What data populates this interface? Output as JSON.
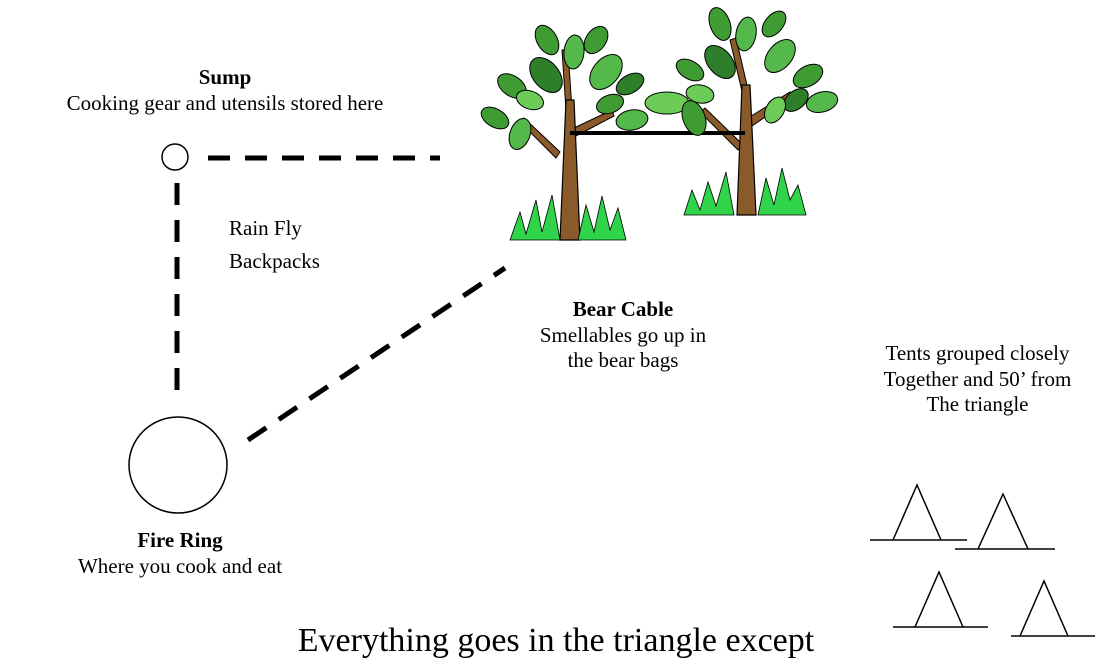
{
  "sump": {
    "title": "Sump",
    "desc": "Cooking gear and utensils stored here"
  },
  "triangle_labels": [
    "Rain Fly",
    "Backpacks"
  ],
  "bear_cable": {
    "title": "Bear Cable",
    "lines": [
      "Smellables go up in",
      "the bear bags"
    ]
  },
  "tents": {
    "lines": [
      "Tents grouped closely",
      "Together and 50’ from",
      "The triangle"
    ],
    "count": 4
  },
  "fire_ring": {
    "title": "Fire Ring",
    "desc": "Where you cook and eat"
  },
  "footer": {
    "text": "Everything goes in the triangle except"
  }
}
